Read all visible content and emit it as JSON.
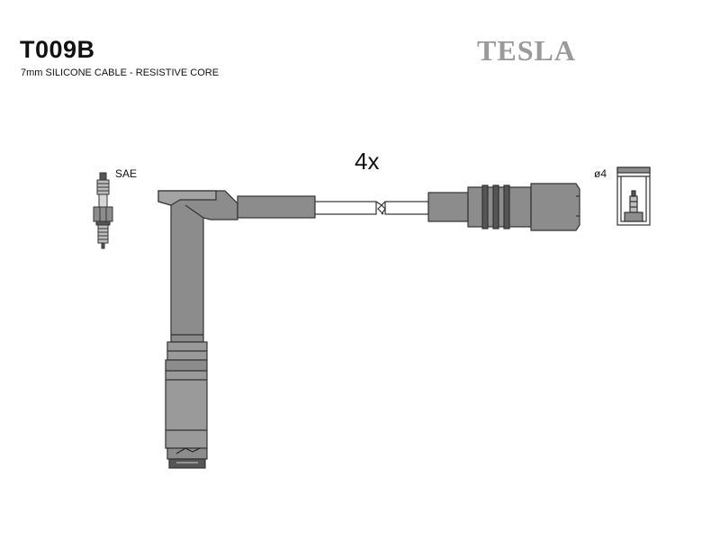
{
  "header": {
    "part_code": "T009B",
    "description": "7mm SILICONE CABLE - RESISTIVE CORE",
    "brand": "TESLA"
  },
  "diagram": {
    "quantity": "4x",
    "plug_standard_label": "SAE",
    "terminal_label": "ø4"
  },
  "colors": {
    "part_fill": "#8c8c8c",
    "part_dark": "#555555",
    "outline": "#333333",
    "brand_gray": "#9a9a9a"
  }
}
